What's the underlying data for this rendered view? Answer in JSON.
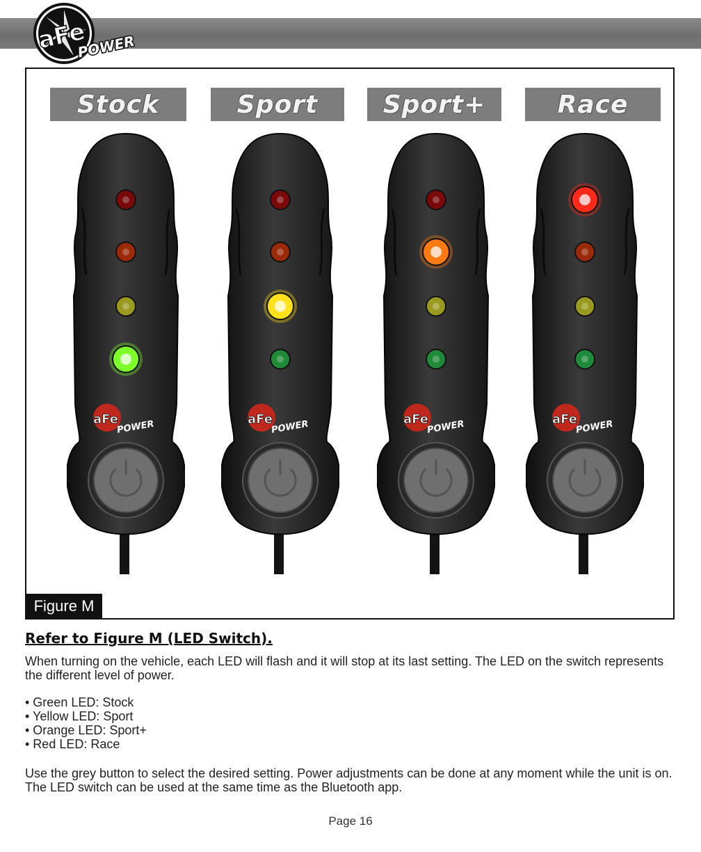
{
  "header": {
    "logo_text": "aFe",
    "logo_subtext": "POWER"
  },
  "figure": {
    "tag": "Figure M",
    "modes": [
      {
        "label": "Stock",
        "active_led": "green",
        "device_logo": "aFe",
        "device_logo_sub": "POWER"
      },
      {
        "label": "Sport",
        "active_led": "yellow",
        "device_logo": "aFe",
        "device_logo_sub": "POWER"
      },
      {
        "label": "Sport+",
        "active_led": "orange",
        "device_logo": "aFe",
        "device_logo_sub": "POWER"
      },
      {
        "label": "Race",
        "active_led": "red",
        "device_logo": "aFe",
        "device_logo_sub": "POWER"
      }
    ],
    "colors": {
      "red_dim": "#7a0a0a",
      "red_lit": "#ff2a1a",
      "orange_dim": "#9a2a08",
      "orange_lit": "#ff7a10",
      "yellow_dim": "#9a9a20",
      "yellow_lit": "#ffe21a",
      "green_dim": "#1f8a3a",
      "green_lit": "#7dff2a"
    }
  },
  "content": {
    "title": "Refer to Figure M (LED Switch).",
    "intro": "When turning on the vehicle, each LED will flash and it will stop at its last setting. The LED on the switch represents the different level of power.",
    "bullets": [
      "• Green LED: Stock",
      "• Yellow LED: Sport",
      "• Orange LED: Sport+",
      "• Red LED: Race"
    ],
    "outro": "Use the grey button to select the desired setting. Power adjustments can be done at any moment while the unit is on. The LED switch can be used at the same time as the Bluetooth app."
  },
  "footer": {
    "page": "Page 16"
  }
}
